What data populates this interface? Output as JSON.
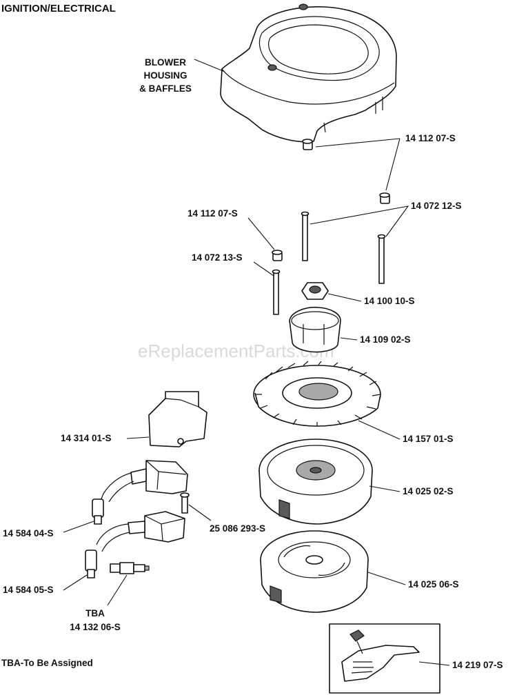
{
  "title": "IGNITION/ELECTRICAL",
  "watermark": "eReplacementParts.com",
  "footnote": "TBA-To Be Assigned",
  "labels": {
    "blower_housing": [
      "BLOWER",
      "HOUSING",
      "& BAFFLES"
    ],
    "screw_top": "14 112 07-S",
    "stud_pair": "14 072 12-S",
    "screw_left": "14 112 07-S",
    "stud_left": "14 072 13-S",
    "nut": "14 100 10-S",
    "cup": "14 109 02-S",
    "bracket": "14 314 01-S",
    "fan": "14 157 01-S",
    "flywheel": "14 025 02-S",
    "screw_coil": "25 086 293-S",
    "coil_upper": "14 584 04-S",
    "coil_lower": "14 584 05-S",
    "spark_plug_tba": "TBA",
    "spark_plug": "14 132 06-S",
    "flywheel_back": "14 025 06-S",
    "switch": "14 219 07-S"
  }
}
